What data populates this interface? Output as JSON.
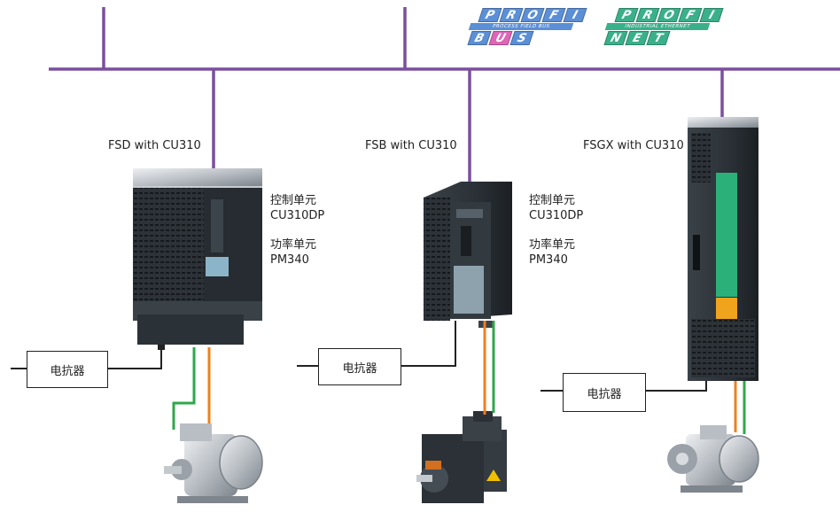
{
  "bus": {
    "color": "#7b4f9d",
    "logos": {
      "profibus": {
        "top": [
          "P",
          "R",
          "O",
          "F",
          "I"
        ],
        "sub": "PROCESS FIELD BUS",
        "bottom": [
          "B",
          "U",
          "S"
        ]
      },
      "profinet": {
        "top": [
          "P",
          "R",
          "O",
          "F",
          "I"
        ],
        "sub": "INDUSTRIAL ETHERNET",
        "bottom": [
          "N",
          "E",
          "T"
        ]
      }
    }
  },
  "units": [
    {
      "title": "FSD with CU310",
      "control_label": "控制单元",
      "control_model": "CU310DP",
      "power_label": "功率单元",
      "power_model": "PM340",
      "reactor": "电抗器"
    },
    {
      "title": "FSB with CU310",
      "control_label": "控制单元",
      "control_model": "CU310DP",
      "power_label": "功率单元",
      "power_model": "PM340",
      "reactor": "电抗器"
    },
    {
      "title": "FSGX with CU310",
      "reactor": "电抗器"
    }
  ],
  "colors": {
    "orange": "#f07f1f",
    "green": "#2ea84a",
    "black": "#222222",
    "profibus_cell": "#5b8fd6",
    "profibus_pink": "#e064b8",
    "profinet_cell": "#3ab08a"
  }
}
